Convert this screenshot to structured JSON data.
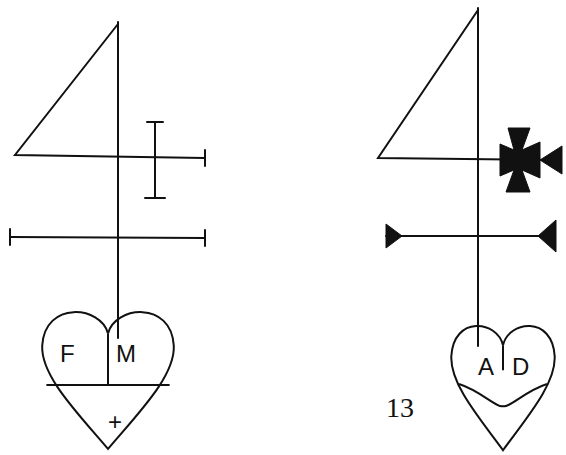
{
  "diagram": {
    "nodes": [
      {
        "text": [
          "F",
          "M",
          "+"
        ]
      },
      {
        "text": [
          "A",
          "D"
        ]
      }
    ],
    "labels": [
      "13"
    ]
  }
}
